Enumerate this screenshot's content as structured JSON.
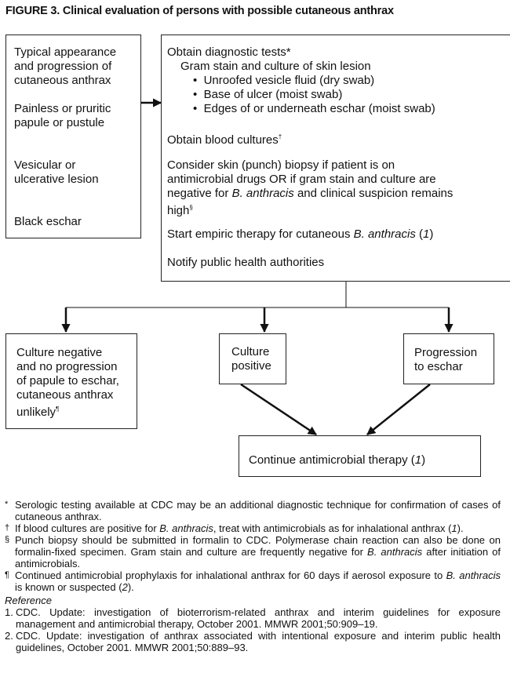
{
  "figure_title": "FIGURE 3. Clinical evaluation of persons with possible cutaneous anthrax",
  "left_box": {
    "lines": [
      "Typical appearance",
      "and progression of",
      "cutaneous anthrax"
    ],
    "stage1": [
      "Painless or pruritic",
      "papule or pustule"
    ],
    "stage2": [
      "Vesicular or",
      "ulcerative lesion"
    ],
    "stage3": "Black eschar"
  },
  "main_box": {
    "heading": "Obtain diagnostic tests*",
    "gram": "Gram stain and culture of skin lesion",
    "bullets": [
      "Unroofed vesicle fluid (dry swab)",
      "Base of ulcer (moist swab)",
      "Edges of or underneath eschar (moist swab)"
    ],
    "blood_pre": "Obtain blood cultures",
    "blood_mark": "†",
    "biopsy_l1": "Consider skin (punch) biopsy if patient is on",
    "biopsy_l2": "antimicrobial drugs OR if gram stain and culture are",
    "biopsy_l3_pre": "negative for ",
    "biopsy_l3_it": "B. anthracis",
    "biopsy_l3_post": " and clinical suspicion remains",
    "biopsy_l4": "high",
    "biopsy_mark": "§",
    "empiric_pre": "Start empiric therapy for cutaneous ",
    "empiric_it": "B. anthracis",
    "empiric_ref": "1",
    "notify": "Notify public health authorities"
  },
  "outcomes": {
    "negative": [
      "Culture negative",
      "and no progression",
      "of papule to eschar,",
      "cutaneous anthrax",
      "unlikely"
    ],
    "negative_mark": "¶",
    "positive": [
      "Culture",
      "positive"
    ],
    "progression": [
      "Progression",
      "to eschar"
    ]
  },
  "continue": {
    "pre": "Continue antimicrobial therapy ",
    "ref": "1"
  },
  "footnotes": [
    {
      "mark": "*",
      "parts": [
        {
          "t": "Serologic testing available at CDC may be an additional diagnostic technique for confirmation of cases of cutaneous anthrax."
        }
      ]
    },
    {
      "mark": "†",
      "parts": [
        {
          "t": "If blood cultures are positive for "
        },
        {
          "t": "B. anthracis",
          "i": true
        },
        {
          "t": ", treat with antimicrobials as for inhalational anthrax ("
        },
        {
          "t": "1",
          "i": true
        },
        {
          "t": ")."
        }
      ]
    },
    {
      "mark": "§",
      "parts": [
        {
          "t": "Punch biopsy should be submitted in formalin to CDC. Polymerase chain reaction can also be done on formalin-fixed specimen. Gram stain and culture are frequently negative for "
        },
        {
          "t": "B. anthracis",
          "i": true
        },
        {
          "t": " after initiation of antimicrobials."
        }
      ]
    },
    {
      "mark": "¶",
      "parts": [
        {
          "t": "Continued antimicrobial prophylaxis for inhalational anthrax for 60 days if aerosol exposure to "
        },
        {
          "t": "B. anthracis",
          "i": true
        },
        {
          "t": " is known or suspected ("
        },
        {
          "t": "2",
          "i": true
        },
        {
          "t": ")."
        }
      ]
    }
  ],
  "reference_heading": "Reference",
  "references": [
    {
      "mark": "1.",
      "text": "CDC. Update: investigation of bioterrorism-related anthrax and interim guidelines for exposure management and antimicrobial therapy, October 2001. MMWR 2001;50:909–19."
    },
    {
      "mark": "2.",
      "text": "CDC. Update: investigation of anthrax associated with intentional exposure and interim public health guidelines, October 2001. MMWR 2001;50:889–93."
    }
  ]
}
